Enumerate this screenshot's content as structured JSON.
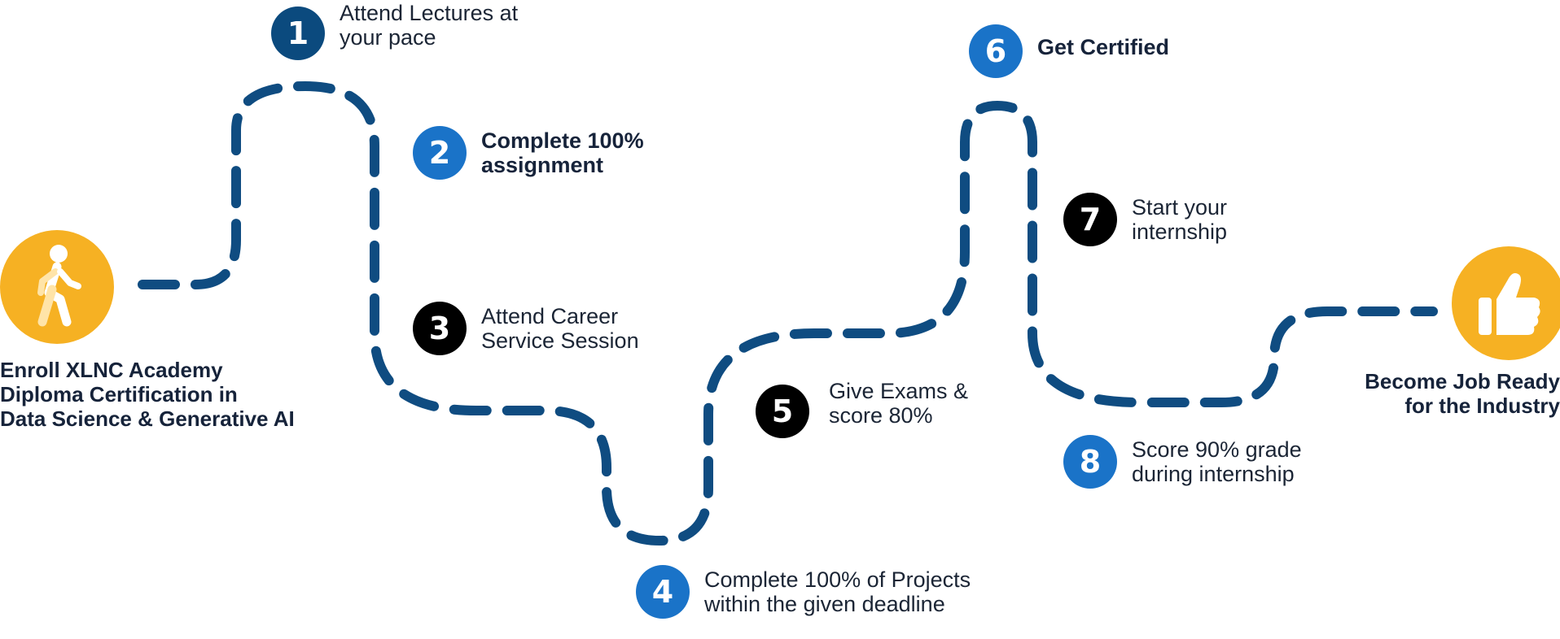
{
  "colors": {
    "path": "#0f4c81",
    "navy": "#0b4a7e",
    "blue": "#1a73c8",
    "black": "#000000",
    "orange": "#f6b123"
  },
  "start": {
    "icon": "walking-person-icon",
    "label": "Enroll XLNC Academy\nDiploma Certification in\nData Science & Generative AI"
  },
  "end": {
    "icon": "thumbs-up-icon",
    "label": "Become Job Ready\nfor the Industry"
  },
  "steps": [
    {
      "number": "1",
      "text": "Attend Lectures at\nyour pace",
      "color": "navy",
      "bold": false
    },
    {
      "number": "2",
      "text": "Complete 100%\nassignment",
      "color": "blue",
      "bold": true
    },
    {
      "number": "3",
      "text": "Attend Career\nService Session",
      "color": "black",
      "bold": false
    },
    {
      "number": "4",
      "text": "Complete 100% of Projects\nwithin the given deadline",
      "color": "blue",
      "bold": false
    },
    {
      "number": "5",
      "text": "Give Exams &\nscore 80%",
      "color": "black",
      "bold": false
    },
    {
      "number": "6",
      "text": "Get Certified",
      "color": "blue",
      "bold": true
    },
    {
      "number": "7",
      "text": "Start your\ninternship",
      "color": "black",
      "bold": false
    },
    {
      "number": "8",
      "text": "Score 90% grade\nduring internship",
      "color": "blue",
      "bold": false
    }
  ]
}
